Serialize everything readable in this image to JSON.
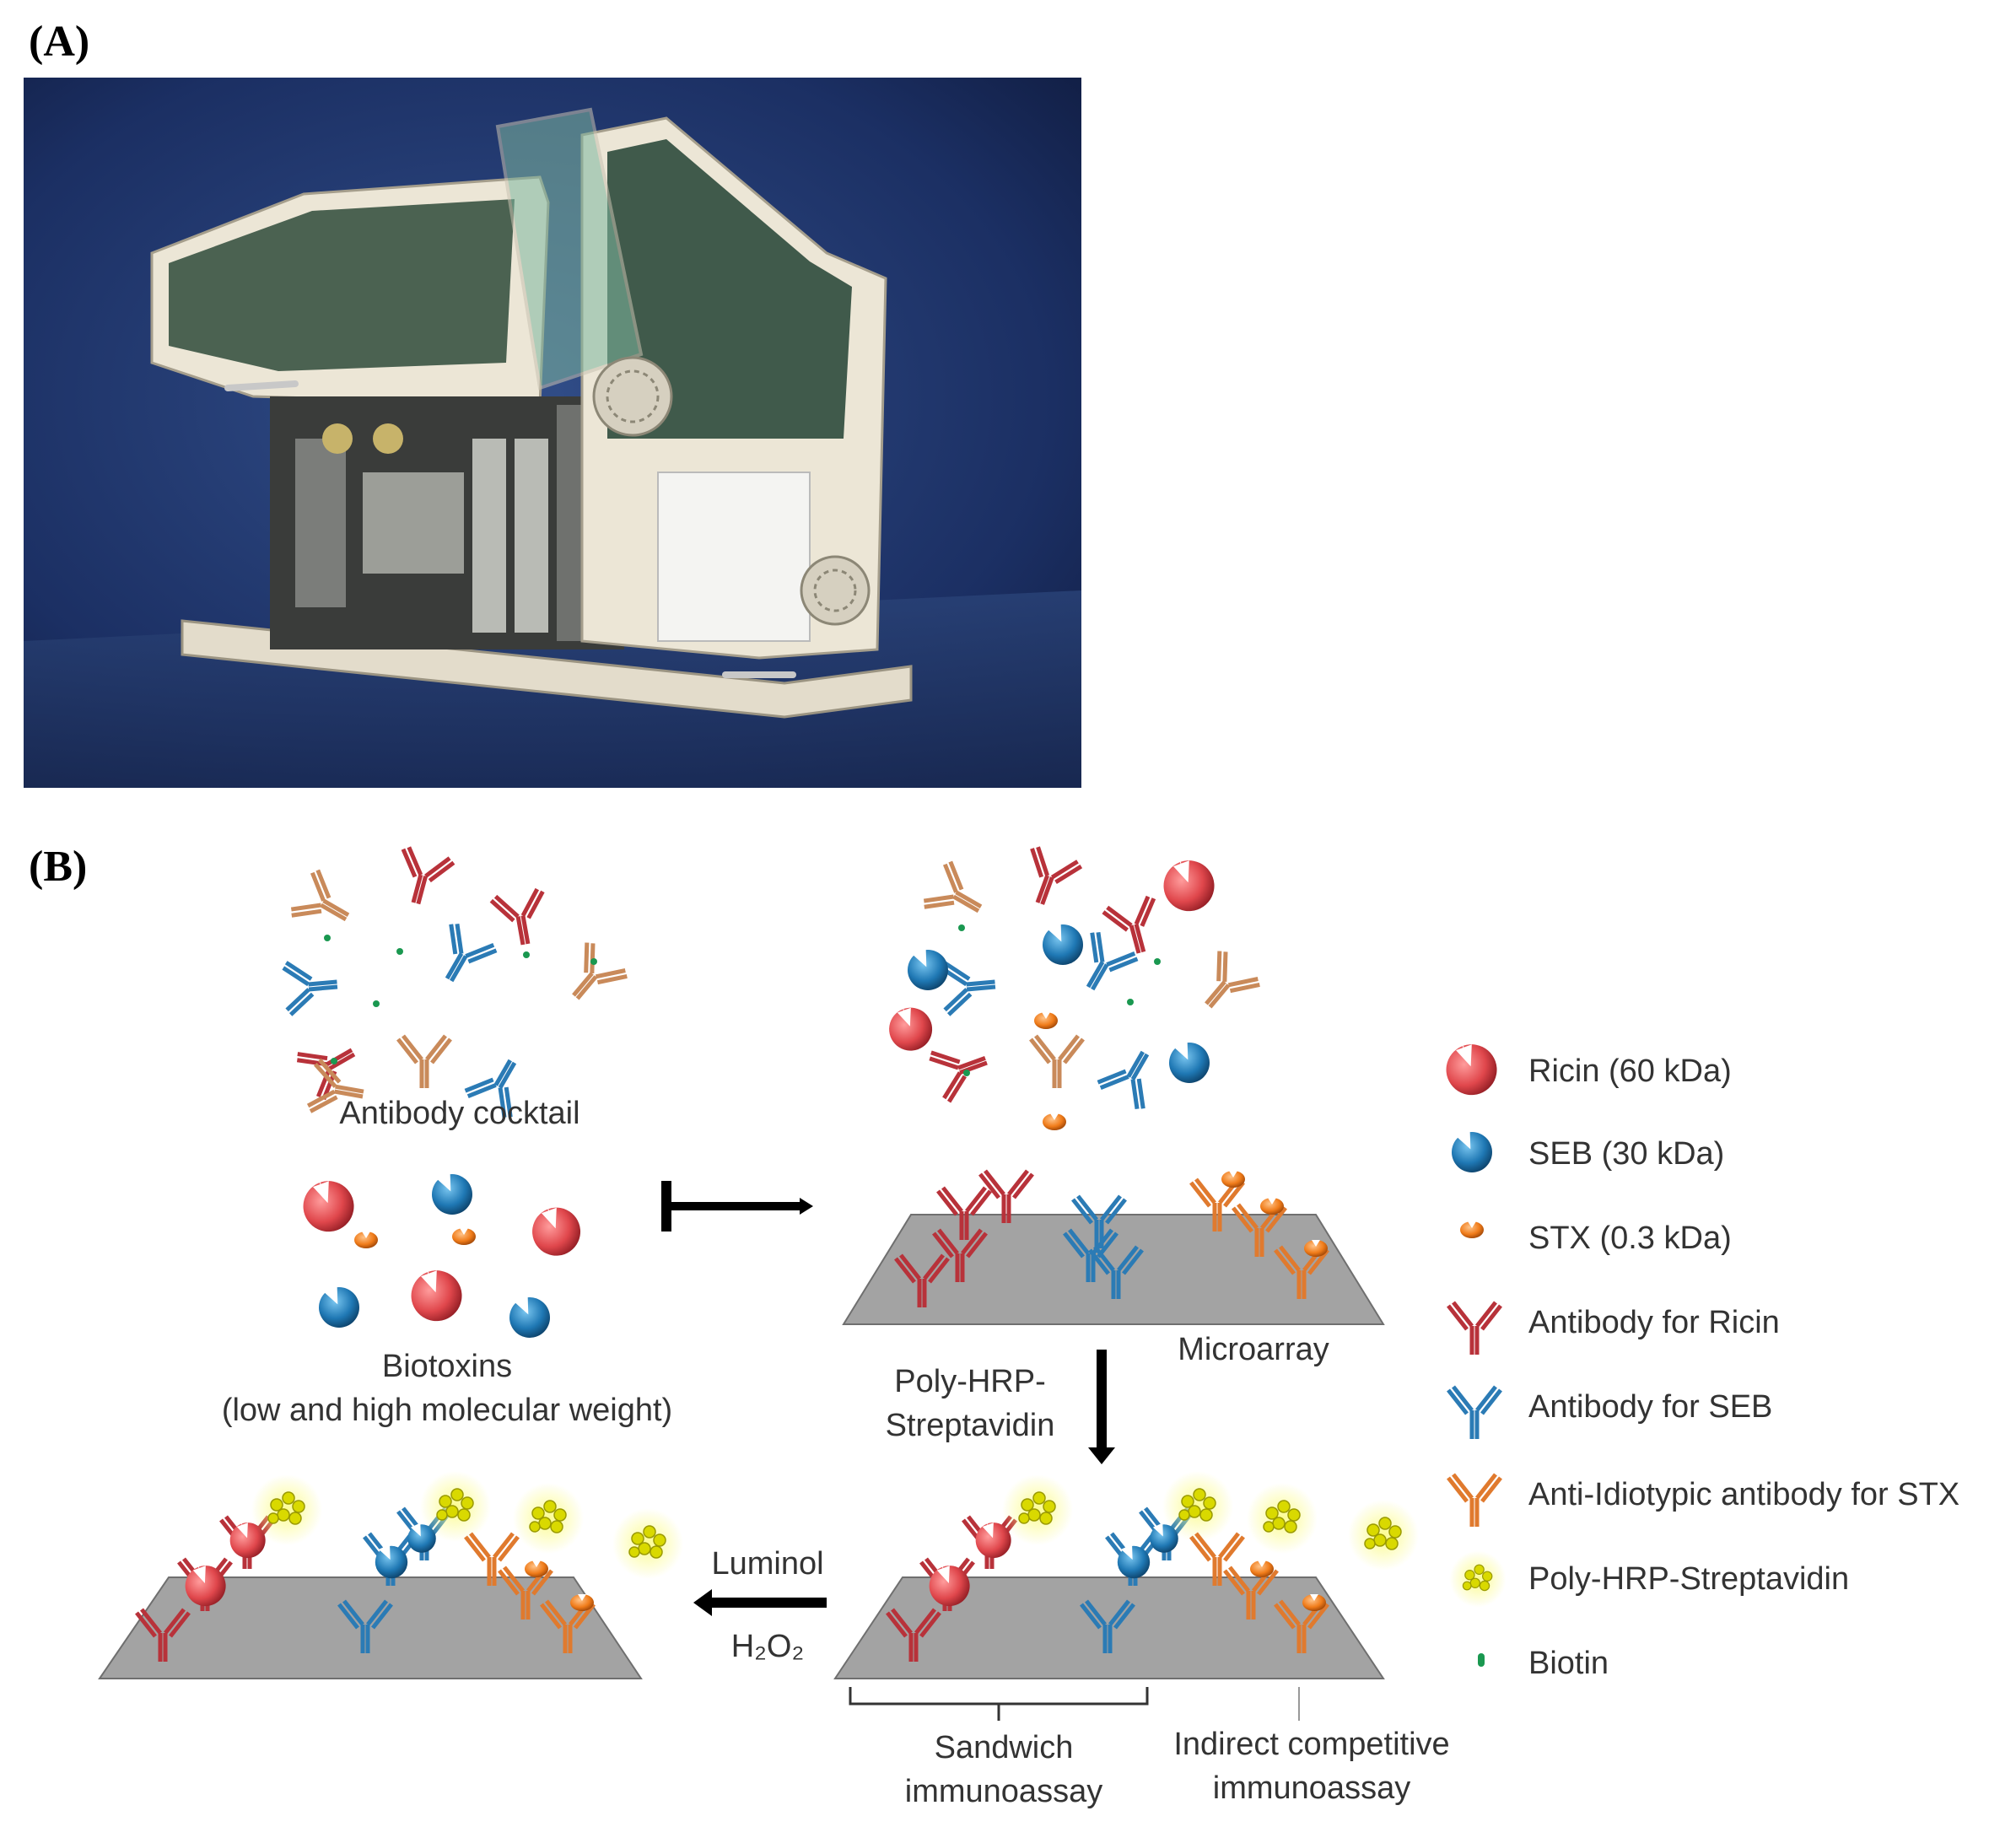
{
  "panels": {
    "a": {
      "label": "(A)"
    },
    "b": {
      "label": "(B)"
    }
  },
  "diagram": {
    "antibody_cocktail": "Antibody cocktail",
    "biotoxins_line1": "Biotoxins",
    "biotoxins_line2": "(low and high molecular weight)",
    "microarray": "Microarray",
    "polyhrp_line1": "Poly-HRP-",
    "polyhrp_line2": "Streptavidin",
    "luminol": "Luminol",
    "h2o2": "H₂O₂",
    "sandwich_line1": "Sandwich",
    "sandwich_line2": "immunoassay",
    "competitive_line1": "Indirect competitive",
    "competitive_line2": "immunoassay"
  },
  "legend": {
    "items": [
      {
        "label": "Ricin (60 kDa)",
        "icon": "ricin-icon",
        "color": "#e0474c"
      },
      {
        "label": "SEB (30 kDa)",
        "icon": "seb-icon",
        "color": "#1f78b4"
      },
      {
        "label": "STX (0.3 kDa)",
        "icon": "stx-icon",
        "color": "#f07c1a"
      },
      {
        "label": "Antibody for Ricin",
        "icon": "ricin-antibody-icon",
        "color": "#b8323a"
      },
      {
        "label": "Antibody for SEB",
        "icon": "seb-antibody-icon",
        "color": "#2b7bb5"
      },
      {
        "label": "Anti-Idiotypic antibody for STX",
        "icon": "stx-antibody-icon",
        "color": "#e07a2e"
      },
      {
        "label": "Poly-HRP-Streptavidin",
        "icon": "poly-hrp-icon",
        "color": "#e4e600"
      },
      {
        "label": "Biotin",
        "icon": "biotin-icon",
        "color": "#1a9850"
      }
    ]
  },
  "colors": {
    "ricin": "#e0474c",
    "seb": "#1f78b4",
    "stx": "#f07c1a",
    "ricin_antibody": "#b8323a",
    "seb_antibody": "#2b7bb5",
    "stx_antibody": "#e07a2e",
    "cocktail_orange": "#c98a5a",
    "biotin": "#1a9850",
    "hrp": "#e4e600",
    "slide": "#a3a3a3"
  }
}
